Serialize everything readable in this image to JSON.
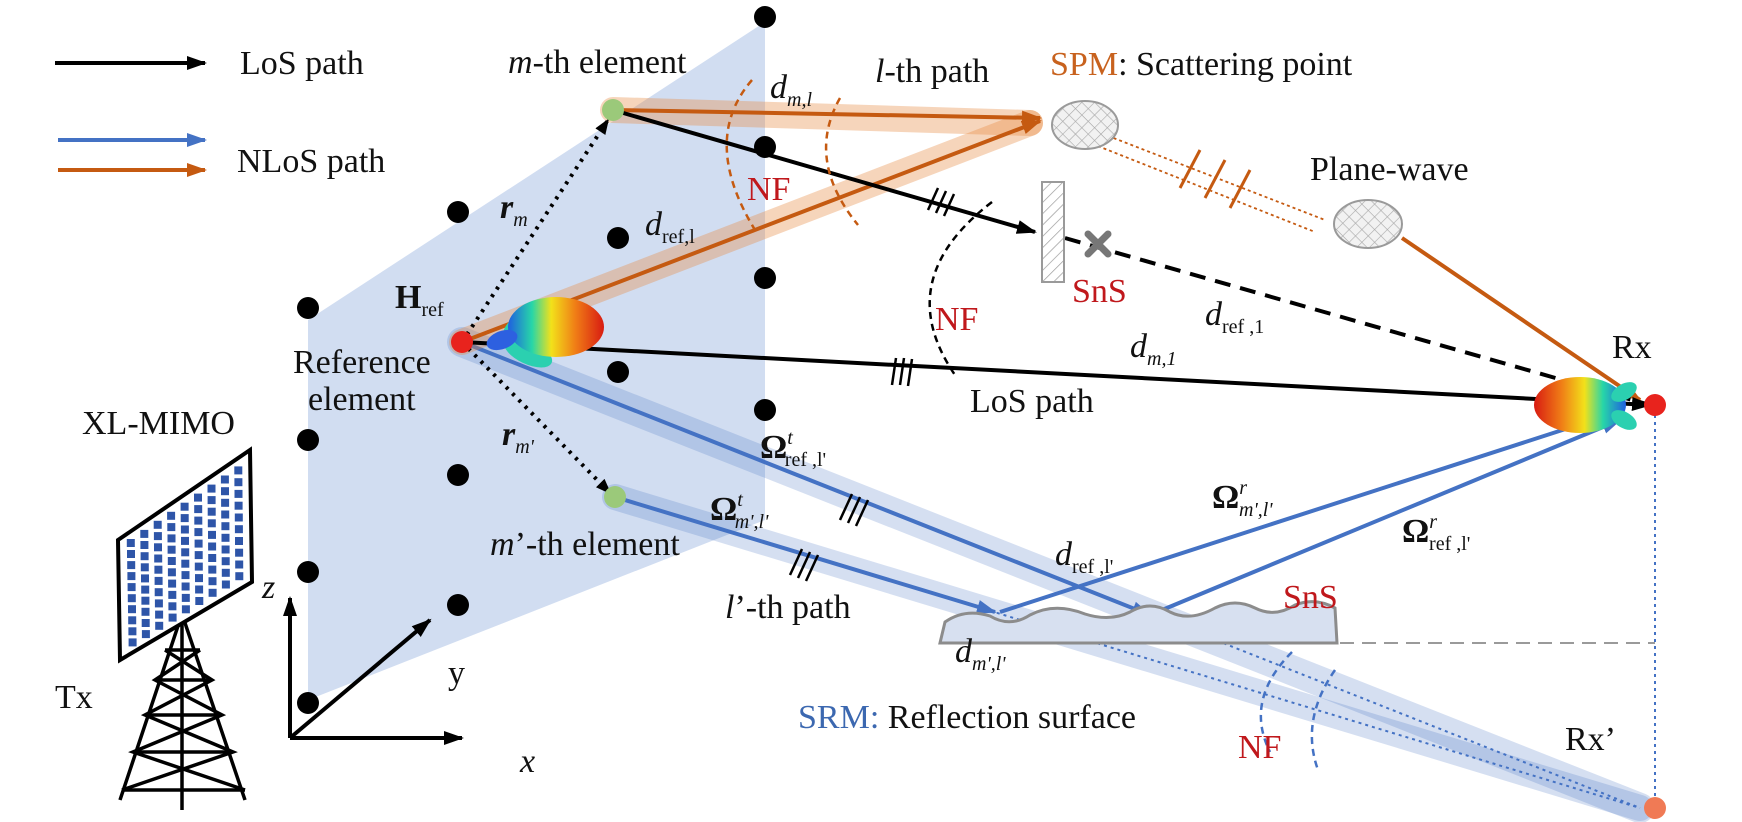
{
  "legend": {
    "los": "LoS path",
    "nlos": "NLoS path"
  },
  "labels": {
    "m_element_m": "m",
    "m_element_rest": "-th element",
    "mp_element_m": "m",
    "mp_element_rest": "’-th element",
    "l_path_l": "l",
    "l_path_rest": "-th path",
    "lp_path_l": "l",
    "lp_path_rest": "’-th path",
    "spm_key": "SPM",
    "spm_rest": ": Scattering point",
    "srm_key": "SRM:",
    "srm_rest": " Reflection surface",
    "plane_wave": "Plane-wave",
    "nf": "NF",
    "sns": "SnS",
    "los_path": "LoS path",
    "reference": "Reference",
    "element": "element",
    "xl_mimo": "XL-MIMO",
    "tx": "Tx",
    "rx": "Rx",
    "rx_prime": "Rx’",
    "axis_x": "x",
    "axis_y": "y",
    "axis_z": "z",
    "H": "H",
    "H_sub": "ref",
    "r": "r",
    "r_m_sub": "m",
    "r_mp_sub": "m'",
    "d": "d",
    "d_ml_sub": "m,l",
    "d_refl_sub": "ref,l",
    "d_ref1_sub": "ref ,1",
    "d_m1_sub": "m,1",
    "d_reflp_sub": "ref ,l'",
    "d_mlp_sub": "m',l'",
    "omega": "Ω",
    "sup_t": "t",
    "sup_r": "r",
    "omega_t_ref_sub": "ref ,l'",
    "omega_t_m_sub": "m',l'",
    "omega_r_m_sub": "m',l'",
    "omega_r_ref_sub": "ref ,l'"
  },
  "colors": {
    "los": "#000000",
    "nlos_blue": "#4472c4",
    "nlos_orange": "#c55a11",
    "nf_red": "#c0181c",
    "panel": "#c9d7ee",
    "element_dot": "#000000",
    "reference_dot": "#e8231d",
    "active_element": "#9bc97a",
    "rx_prime_dot": "#f07a55"
  }
}
